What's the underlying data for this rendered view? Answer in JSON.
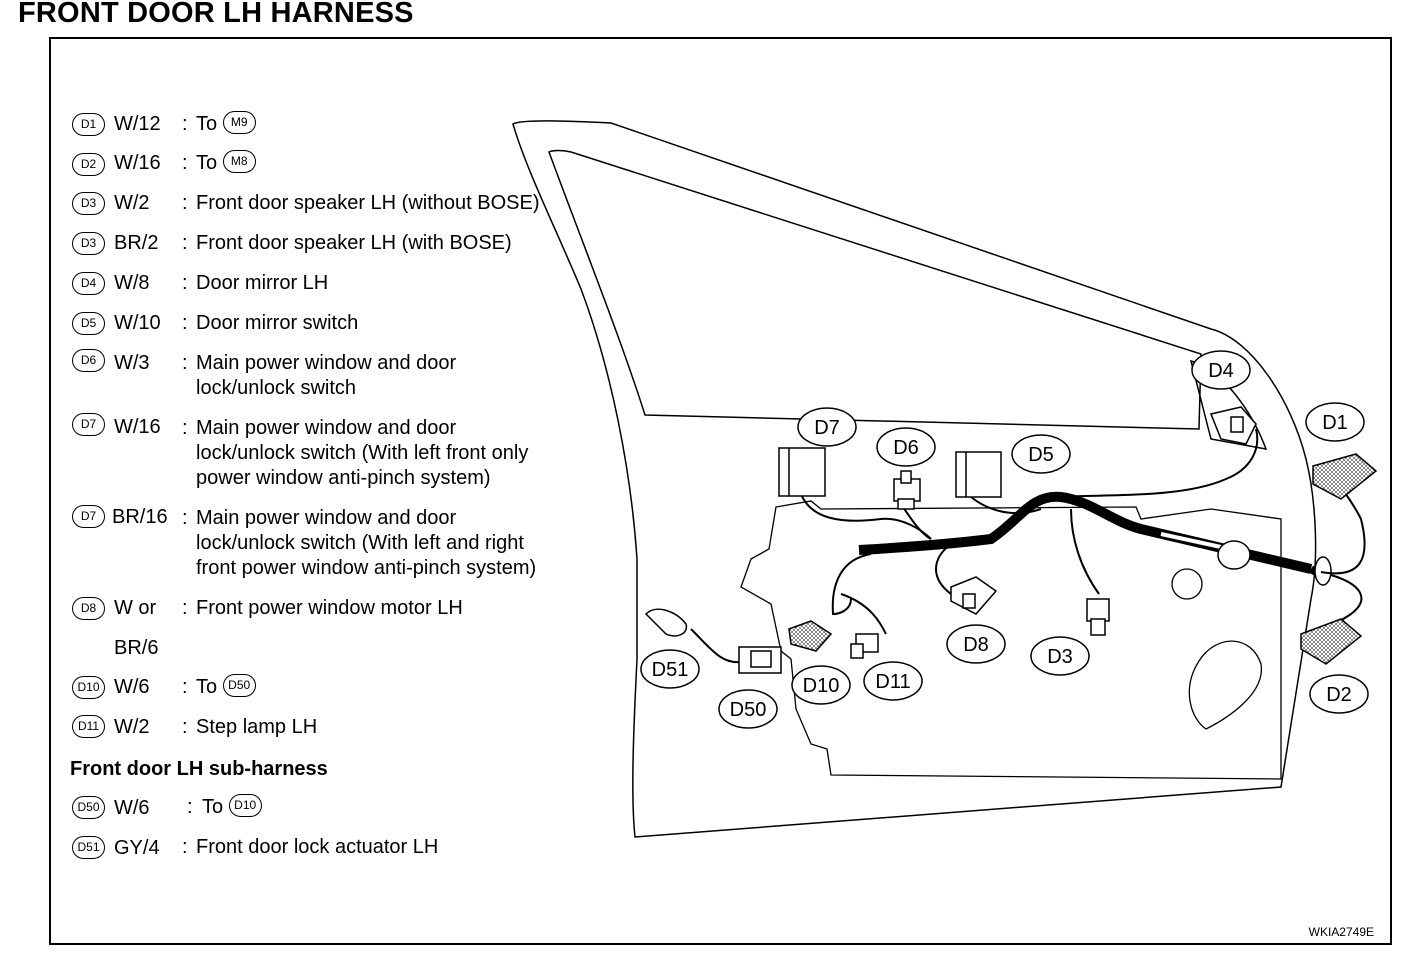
{
  "title": "FRONT DOOR LH HARNESS",
  "legend": [
    {
      "id": "D1",
      "code": "W/12",
      "desc": "To",
      "ref": "M9"
    },
    {
      "id": "D2",
      "code": "W/16",
      "desc": "To",
      "ref": "M8"
    },
    {
      "id": "D3",
      "code": "W/2",
      "desc": "Front door speaker LH (without BOSE)"
    },
    {
      "id": "D3",
      "code": "BR/2",
      "desc": "Front door speaker LH (with BOSE)"
    },
    {
      "id": "D4",
      "code": "W/8",
      "desc": "Door mirror LH"
    },
    {
      "id": "D5",
      "code": "W/10",
      "desc": "Door mirror switch"
    },
    {
      "id": "D6",
      "code": "W/3",
      "desc": "Main power window and door\nlock/unlock switch"
    },
    {
      "id": "D7",
      "code": "W/16",
      "desc": "Main power window and door\nlock/unlock switch (With left front only\npower window anti-pinch system)"
    },
    {
      "id": "D7",
      "code": "BR/16",
      "desc": "Main power window and door\nlock/unlock switch (With left and right\nfront power window anti-pinch system)"
    },
    {
      "id": "D8",
      "code": "W or",
      "code2": "BR/6",
      "desc": "Front power window motor LH"
    },
    {
      "id": "D10",
      "code": "W/6",
      "desc": "To",
      "ref": "D50"
    },
    {
      "id": "D11",
      "code": "W/2",
      "desc": "Step lamp LH"
    }
  ],
  "subharness_title": "Front door LH sub-harness",
  "subharness": [
    {
      "id": "D50",
      "code": "W/6",
      "desc": "To",
      "ref": "D10"
    },
    {
      "id": "D51",
      "code": "GY/4",
      "desc": "Front door lock actuator LH"
    }
  ],
  "connectors": [
    "D1",
    "D2",
    "D3",
    "D4",
    "D5",
    "D6",
    "D7",
    "D8",
    "D10",
    "D11",
    "D50",
    "D51"
  ],
  "ref_code": "WKIA2749E"
}
